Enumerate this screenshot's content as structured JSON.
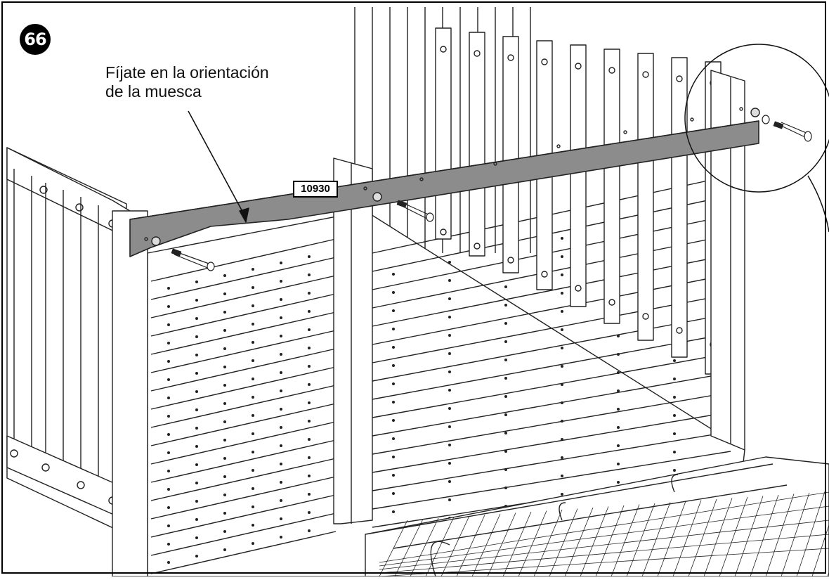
{
  "step": {
    "number": "66"
  },
  "callout": {
    "line1": "Fíjate en la orientación",
    "line2": "de la muesca"
  },
  "part": {
    "number": "10930"
  },
  "colors": {
    "beam": "#8c8c8c",
    "line": "#222222",
    "background": "#ffffff"
  }
}
